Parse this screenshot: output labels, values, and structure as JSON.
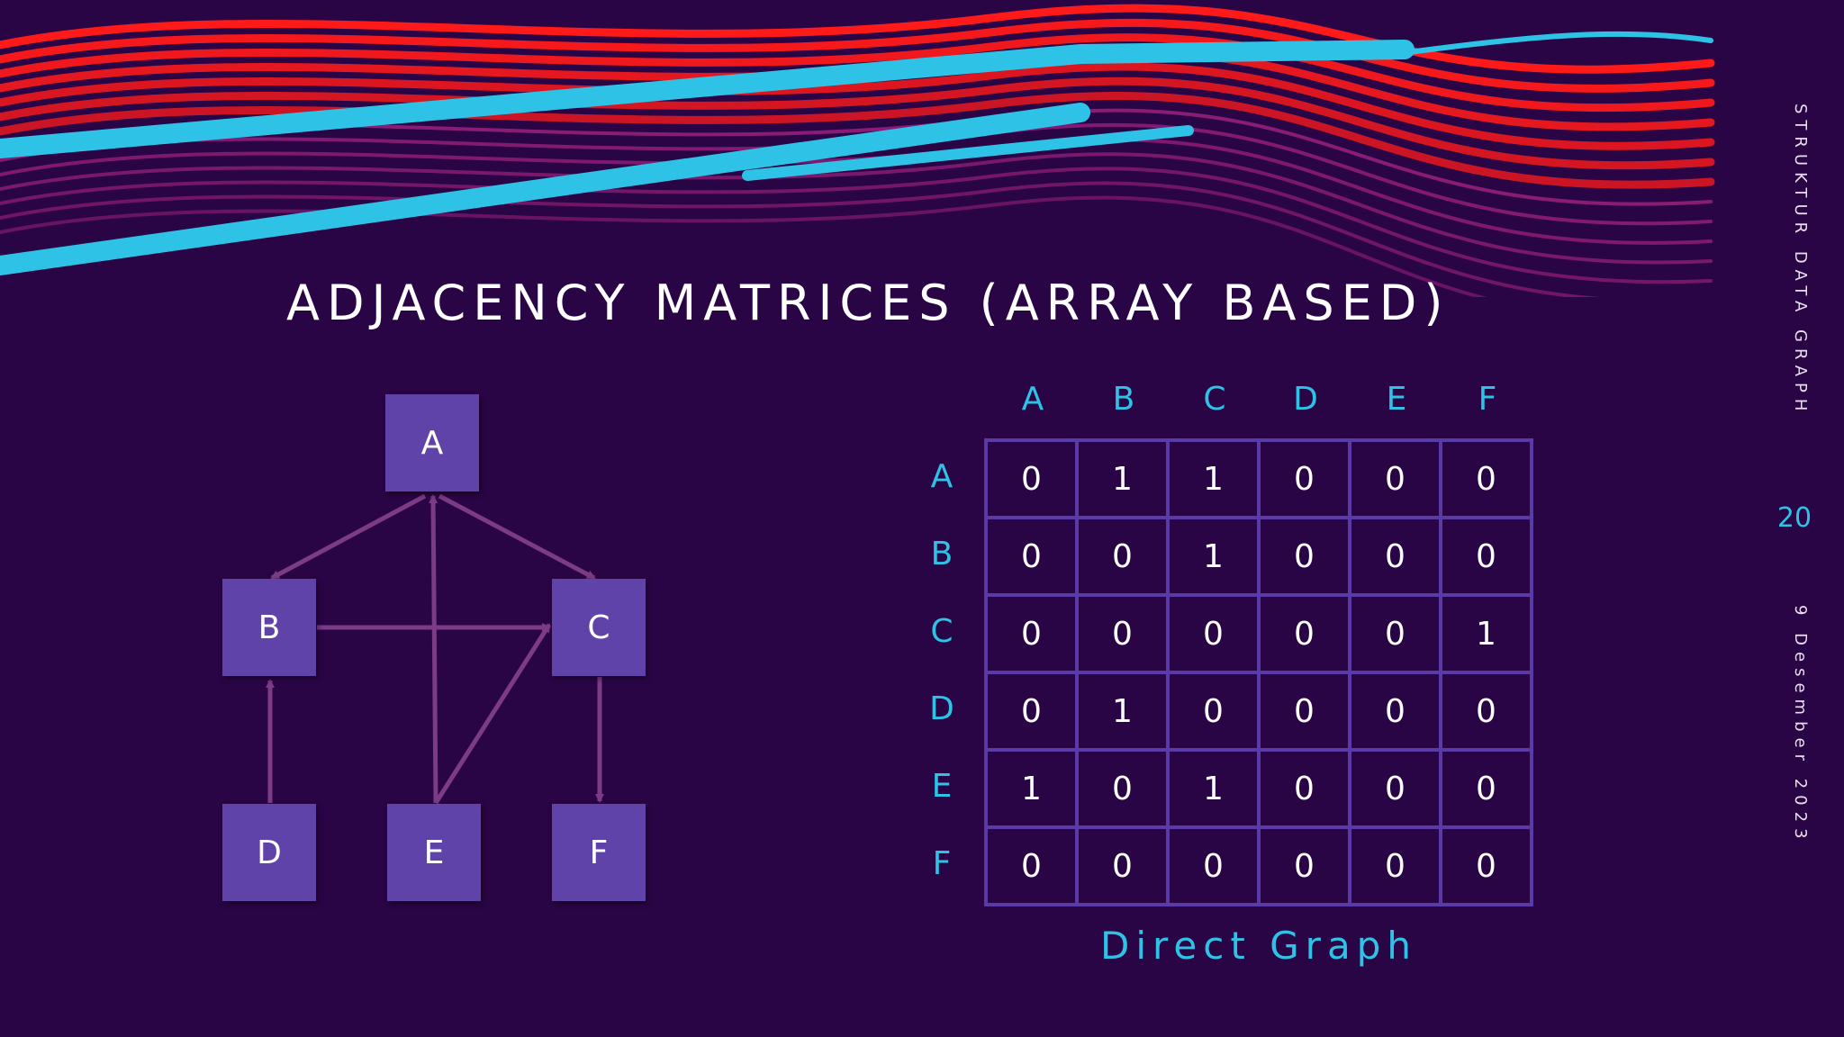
{
  "slide": {
    "title": "ADJACENCY MATRICES (ARRAY BASED)",
    "side_title": "STRUKTUR DATA GRAPH",
    "page_number": "20",
    "date": "9 Desember 2023",
    "caption": "Direct Graph"
  },
  "diagram": {
    "nodes": [
      {
        "id": "A",
        "label": "A"
      },
      {
        "id": "B",
        "label": "B"
      },
      {
        "id": "C",
        "label": "C"
      },
      {
        "id": "D",
        "label": "D"
      },
      {
        "id": "E",
        "label": "E"
      },
      {
        "id": "F",
        "label": "F"
      }
    ],
    "edges": [
      {
        "from": "A",
        "to": "B"
      },
      {
        "from": "A",
        "to": "C"
      },
      {
        "from": "B",
        "to": "C"
      },
      {
        "from": "C",
        "to": "F"
      },
      {
        "from": "D",
        "to": "B"
      },
      {
        "from": "E",
        "to": "A"
      },
      {
        "from": "E",
        "to": "C"
      }
    ]
  },
  "matrix": {
    "column_headers": [
      "A",
      "B",
      "C",
      "D",
      "E",
      "F"
    ],
    "row_headers": [
      "A",
      "B",
      "C",
      "D",
      "E",
      "F"
    ],
    "rows": [
      [
        "0",
        "1",
        "1",
        "0",
        "0",
        "0"
      ],
      [
        "0",
        "0",
        "1",
        "0",
        "0",
        "0"
      ],
      [
        "0",
        "0",
        "0",
        "0",
        "0",
        "1"
      ],
      [
        "0",
        "1",
        "0",
        "0",
        "0",
        "0"
      ],
      [
        "1",
        "0",
        "1",
        "0",
        "0",
        "0"
      ],
      [
        "0",
        "0",
        "0",
        "0",
        "0",
        "0"
      ]
    ]
  },
  "colors": {
    "background": "#2a0545",
    "accent_cyan": "#2ec3e6",
    "node_fill": "#5f43a8",
    "edge": "#7b3b86",
    "grid": "#5a3aa6",
    "stripe_red": "#ff1a1a"
  }
}
